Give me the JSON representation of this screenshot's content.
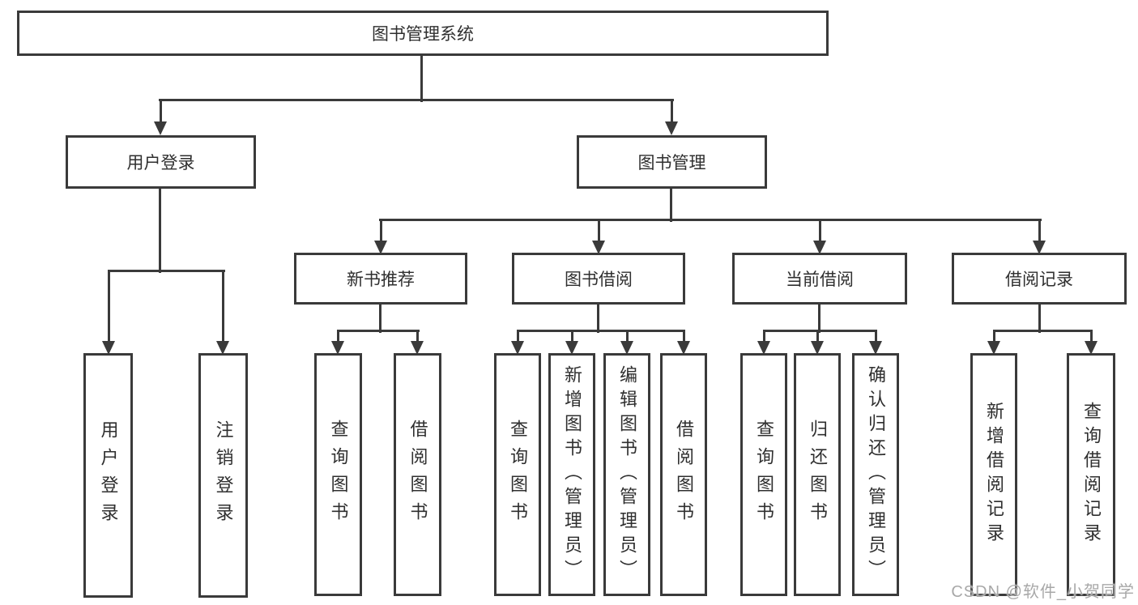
{
  "tree": {
    "root": "图书管理系统",
    "level2": {
      "login": "用户登录",
      "manage": "图书管理"
    },
    "level3": {
      "recommend": "新书推荐",
      "borrow": "图书借阅",
      "current": "当前借阅",
      "records": "借阅记录"
    },
    "leaves": {
      "login": [
        "用户登录",
        "注销登录"
      ],
      "recommend": [
        "查询图书",
        "借阅图书"
      ],
      "borrow": [
        "查询图书",
        "新增图书（管理员）",
        "编辑图书（管理员）",
        "借阅图书"
      ],
      "current": [
        "查询图书",
        "归还图书",
        "确认归还（管理员）"
      ],
      "records": [
        "新增借阅记录",
        "查询借阅记录"
      ]
    }
  },
  "watermark": "CSDN @软件_小贺同学",
  "colors": {
    "line": "#3a3a3a",
    "text": "#2f2f2f",
    "watermark": "#a8a8a8",
    "background": "#ffffff"
  }
}
